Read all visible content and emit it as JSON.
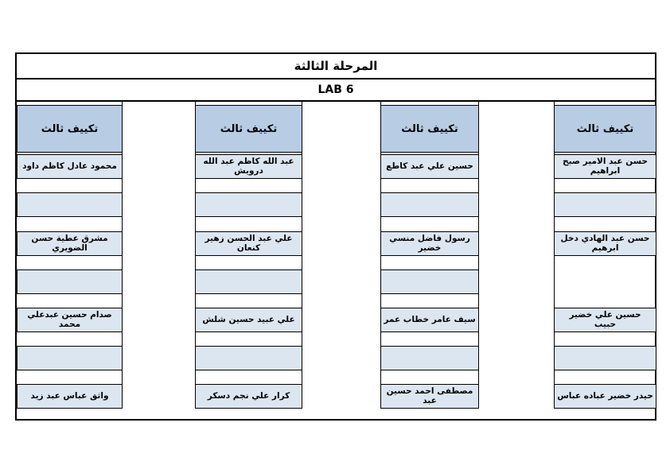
{
  "document": {
    "stage_title": "المرحلة الثالثة",
    "lab_title": "LAB 6"
  },
  "columns": [
    {
      "header": "تكييف ثالث",
      "slots": [
        {
          "type": "name",
          "text": "محمود عادل كاظم داود"
        },
        {
          "type": "empty",
          "text": ""
        },
        {
          "type": "name",
          "text": "مشرق عطية حسن الضويري"
        },
        {
          "type": "empty",
          "text": ""
        },
        {
          "type": "name",
          "text": "صدام حسين عبدعلي محمد"
        },
        {
          "type": "empty",
          "text": ""
        },
        {
          "type": "name",
          "text": "واثق عباس عبد زيد"
        }
      ]
    },
    {
      "header": "تكييف ثالث",
      "slots": [
        {
          "type": "name",
          "text": "عبد الله كاظم عبد الله درويش"
        },
        {
          "type": "empty",
          "text": ""
        },
        {
          "type": "name",
          "text": "علي عبد الحسن زهير كنعان"
        },
        {
          "type": "empty",
          "text": ""
        },
        {
          "type": "name",
          "text": "علي عبيد حسين شلش"
        },
        {
          "type": "empty",
          "text": ""
        },
        {
          "type": "name",
          "text": "كرار علي نجم دسكر"
        }
      ]
    },
    {
      "header": "تكييف ثالث",
      "slots": [
        {
          "type": "name",
          "text": "حسين علي عبد كاطع"
        },
        {
          "type": "empty",
          "text": ""
        },
        {
          "type": "name",
          "text": "رسول فاضل منسي خضير"
        },
        {
          "type": "empty",
          "text": ""
        },
        {
          "type": "name",
          "text": "سيف عامر خطاب عمر"
        },
        {
          "type": "empty",
          "text": ""
        },
        {
          "type": "name",
          "text": "مصطفى احمد حسين عبد"
        }
      ]
    },
    {
      "header": "تكييف ثالث",
      "slots": [
        {
          "type": "name",
          "text": "حسن عبد الامير صبح ابراهيم"
        },
        {
          "type": "empty",
          "text": ""
        },
        {
          "type": "name",
          "text": "حسن عبد الهادي دخل ابرهيم"
        },
        {
          "type": "gap"
        },
        {
          "type": "name",
          "text": "حسين علي خضير حبيب"
        },
        {
          "type": "empty",
          "text": ""
        },
        {
          "type": "name",
          "text": "حيدر خضير عباده عباس"
        }
      ]
    }
  ],
  "colors": {
    "header_fill": "#b8cce4",
    "cell_fill": "#dce6f1",
    "border": "#000000",
    "page_bg": "#ffffff"
  }
}
